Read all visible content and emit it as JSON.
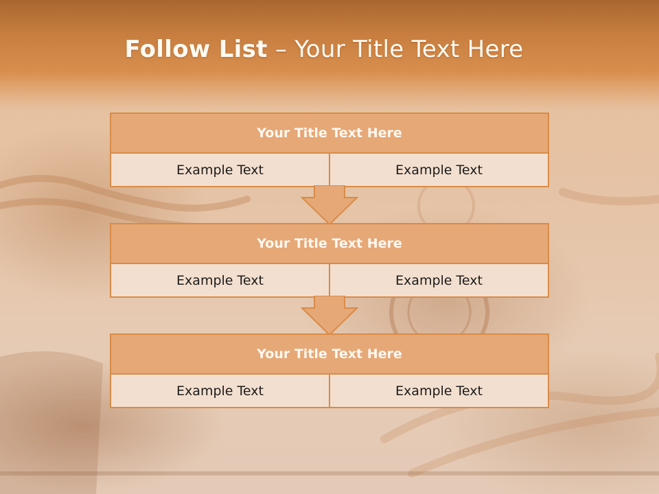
{
  "slide": {
    "title_bold": "Follow List",
    "title_rest": " – Your Title Text Here"
  },
  "steps": [
    {
      "title": "Your Title Text Here",
      "left": "Example Text",
      "right": "Example Text"
    },
    {
      "title": "Your Title Text Here",
      "left": "Example Text",
      "right": "Example Text"
    },
    {
      "title": "Your Title Text Here",
      "left": "Example Text",
      "right": "Example Text"
    }
  ],
  "colors": {
    "accent": "#d98b47",
    "header_fill": "#e6a877",
    "cell_fill": "#f3dfcf",
    "title_text": "#fffaf2"
  }
}
